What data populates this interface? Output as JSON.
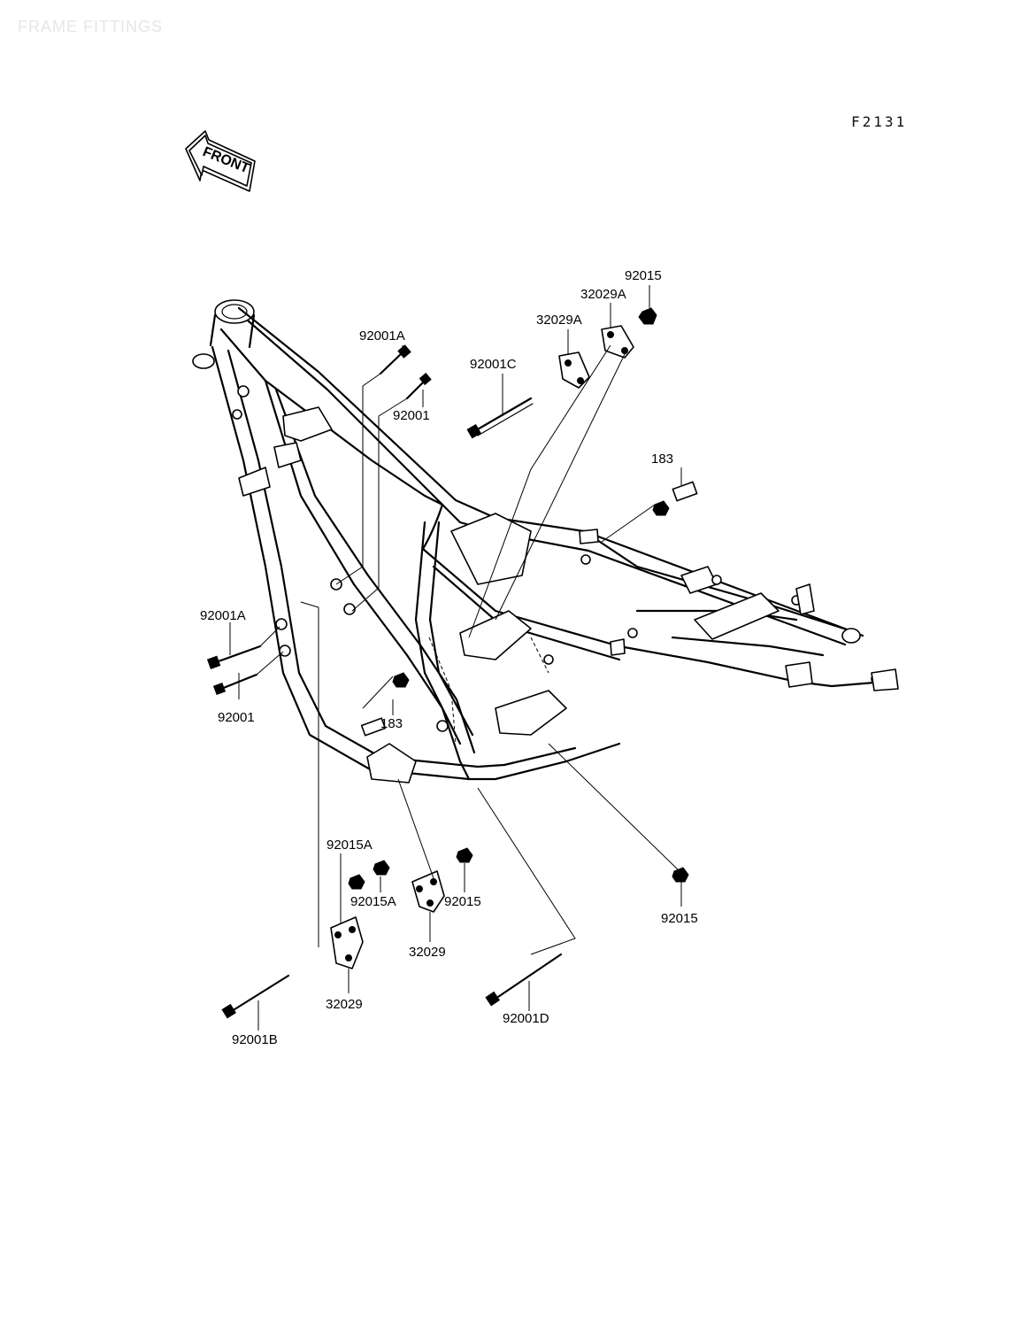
{
  "header": {
    "watermark": "FRAME FITTINGS",
    "figure_code": "F2131",
    "front_label": "FRONT"
  },
  "callouts": {
    "c92015_top": "92015",
    "c32029A_top": "32029A",
    "c32029A_mid": "32029A",
    "c92001A_top": "92001A",
    "c92001C": "92001C",
    "c92001_top": "92001",
    "c183_right": "183",
    "c92001A_left": "92001A",
    "c92001_left": "92001",
    "c183_mid": "183",
    "c92015A_top": "92015A",
    "c92015A_mid": "92015A",
    "c92015_mid": "92015",
    "c92015_right": "92015",
    "c32029_mid": "32029",
    "c32029_low": "32029",
    "c92001D": "92001D",
    "c92001B": "92001B"
  },
  "colors": {
    "ink": "#000000",
    "paper": "#ffffff",
    "watermark": "#e6e6e6"
  }
}
